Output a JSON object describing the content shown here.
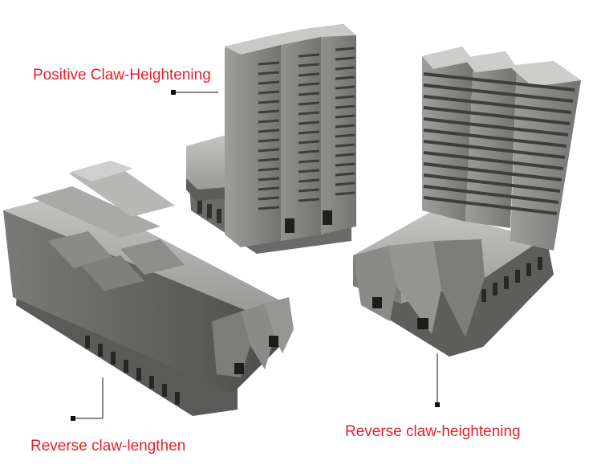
{
  "labels": {
    "positive": "Positive Claw-Heightening",
    "reverse_lengthen": "Reverse claw-lengthen",
    "reverse_heightening": "Reverse claw-heightening"
  },
  "colors": {
    "label_text": "#e8202a",
    "leader_line": "#111111",
    "steel_light": "#b3b3b1",
    "steel_mid": "#8c8c8a",
    "steel_dark": "#5f5f5d",
    "steel_shadow": "#3a3a39",
    "background": "#ffffff"
  },
  "objects": [
    {
      "name": "positive-claw-jaw-set",
      "description_icon": "chuck-jaw-icon"
    },
    {
      "name": "reverse-lengthen-jaw-set",
      "description_icon": "chuck-jaw-icon"
    },
    {
      "name": "reverse-heightening-jaw-set",
      "description_icon": "chuck-jaw-icon"
    }
  ]
}
